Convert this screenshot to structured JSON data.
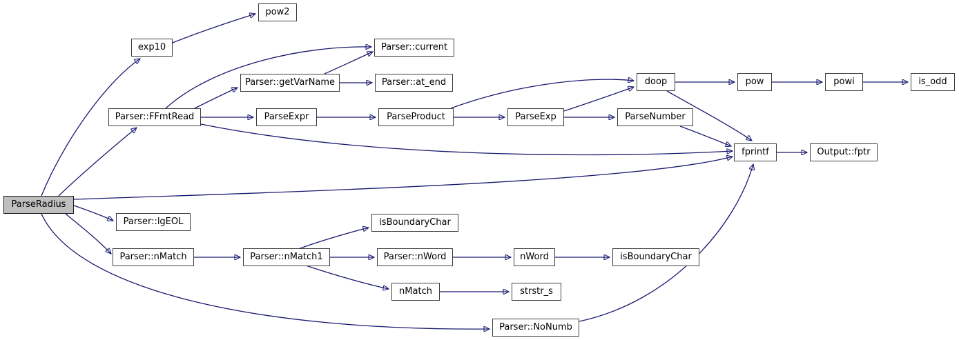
{
  "diagram": {
    "type": "call-graph",
    "edge_color": "#191970",
    "node_border_color": "#3d3d3d",
    "highlight_fill": "#bfbfbf",
    "root": "ParseRadius",
    "nodes": [
      {
        "label": "ParseRadius",
        "highlighted": true
      },
      {
        "label": "exp10"
      },
      {
        "label": "pow2"
      },
      {
        "label": "Parser::FFmtRead"
      },
      {
        "label": "Parser::current"
      },
      {
        "label": "Parser::getVarName"
      },
      {
        "label": "Parser::at_end"
      },
      {
        "label": "ParseExpr"
      },
      {
        "label": "ParseProduct"
      },
      {
        "label": "ParseExp"
      },
      {
        "label": "ParseNumber"
      },
      {
        "label": "doop"
      },
      {
        "label": "pow"
      },
      {
        "label": "powi"
      },
      {
        "label": "is_odd"
      },
      {
        "label": "fprintf"
      },
      {
        "label": "Output::fptr"
      },
      {
        "label": "Parser::lgEOL"
      },
      {
        "label": "Parser::nMatch"
      },
      {
        "label": "Parser::nMatch1"
      },
      {
        "label": "isBoundaryChar"
      },
      {
        "label": "Parser::nWord"
      },
      {
        "label": "nWord"
      },
      {
        "label": "isBoundaryChar"
      },
      {
        "label": "nMatch"
      },
      {
        "label": "strstr_s"
      },
      {
        "label": "Parser::NoNumb"
      }
    ],
    "edges": [
      {
        "from": "ParseRadius",
        "to": "exp10"
      },
      {
        "from": "ParseRadius",
        "to": "Parser::FFmtRead"
      },
      {
        "from": "ParseRadius",
        "to": "fprintf"
      },
      {
        "from": "ParseRadius",
        "to": "Parser::lgEOL"
      },
      {
        "from": "ParseRadius",
        "to": "Parser::nMatch"
      },
      {
        "from": "ParseRadius",
        "to": "Parser::NoNumb"
      },
      {
        "from": "exp10",
        "to": "pow2"
      },
      {
        "from": "Parser::FFmtRead",
        "to": "Parser::current"
      },
      {
        "from": "Parser::FFmtRead",
        "to": "Parser::getVarName"
      },
      {
        "from": "Parser::FFmtRead",
        "to": "ParseExpr"
      },
      {
        "from": "Parser::FFmtRead",
        "to": "fprintf"
      },
      {
        "from": "Parser::getVarName",
        "to": "Parser::current"
      },
      {
        "from": "Parser::getVarName",
        "to": "Parser::at_end"
      },
      {
        "from": "ParseExpr",
        "to": "ParseProduct"
      },
      {
        "from": "ParseProduct",
        "to": "ParseExp"
      },
      {
        "from": "ParseProduct",
        "to": "doop"
      },
      {
        "from": "ParseExp",
        "to": "doop"
      },
      {
        "from": "ParseExp",
        "to": "ParseNumber"
      },
      {
        "from": "ParseNumber",
        "to": "fprintf"
      },
      {
        "from": "doop",
        "to": "pow"
      },
      {
        "from": "doop",
        "to": "fprintf"
      },
      {
        "from": "pow",
        "to": "powi"
      },
      {
        "from": "powi",
        "to": "is_odd"
      },
      {
        "from": "fprintf",
        "to": "Output::fptr"
      },
      {
        "from": "Parser::nMatch",
        "to": "Parser::nMatch1"
      },
      {
        "from": "Parser::nMatch1",
        "to": "isBoundaryChar"
      },
      {
        "from": "Parser::nMatch1",
        "to": "Parser::nWord"
      },
      {
        "from": "Parser::nMatch1",
        "to": "nMatch"
      },
      {
        "from": "Parser::nWord",
        "to": "nWord"
      },
      {
        "from": "nWord",
        "to": "isBoundaryChar"
      },
      {
        "from": "nMatch",
        "to": "strstr_s"
      },
      {
        "from": "Parser::NoNumb",
        "to": "fprintf"
      }
    ]
  }
}
